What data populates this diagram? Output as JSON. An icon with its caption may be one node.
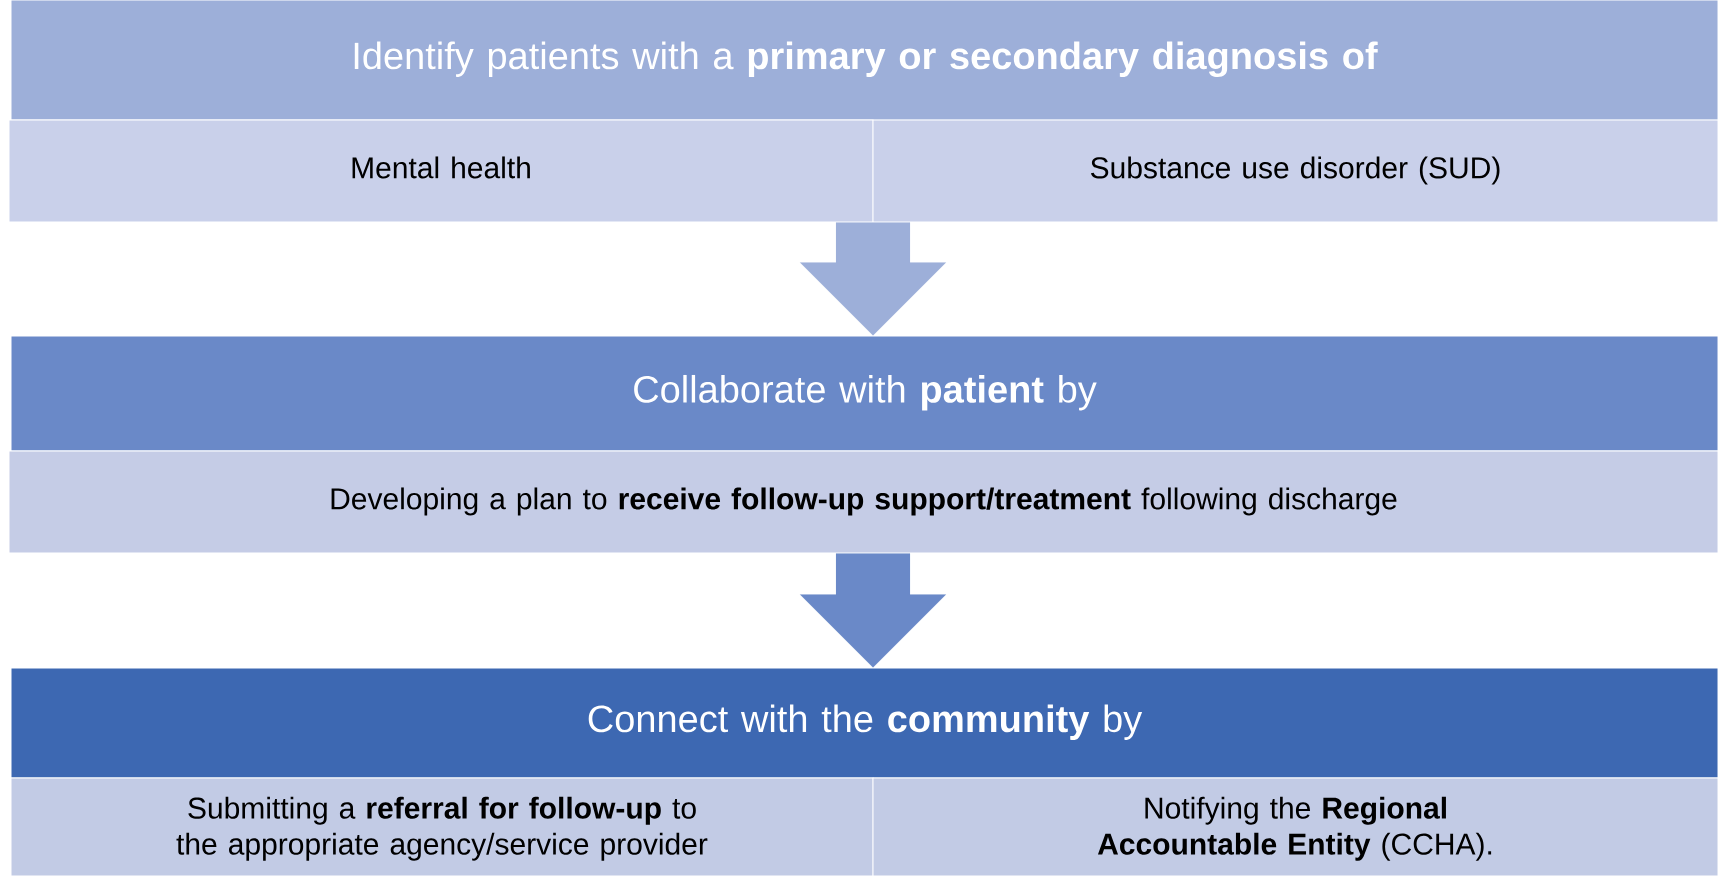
{
  "diagram": {
    "nodes": [
      {
        "text": [
          "Identify patients with a **primary or secondary diagnosis of**"
        ]
      },
      {
        "text": [
          "Mental health"
        ]
      },
      {
        "text": [
          "Substance use disorder (SUD)"
        ]
      },
      {
        "text": [
          "Collaborate with **patient** by"
        ]
      },
      {
        "text": [
          "Developing a plan to **receive follow-up support/treatment** following discharge"
        ]
      },
      {
        "text": [
          "Connect with the **community** by"
        ]
      },
      {
        "text": [
          "Submitting a **referral for follow-up** to the appropriate agency/service provider"
        ]
      },
      {
        "text": [
          "Notifying the **Regional Accountable Entity** (CCHA)."
        ]
      }
    ],
    "edges": [
      {
        "from": 1,
        "to": 3,
        "arrow": "to",
        "color": "#9dafd9"
      },
      {
        "from": 2,
        "to": 3,
        "arrow": "to",
        "color": "#9dafd9"
      },
      {
        "from": 4,
        "to": 5,
        "arrow": "to",
        "color": "#6a89c8"
      }
    ]
  }
}
